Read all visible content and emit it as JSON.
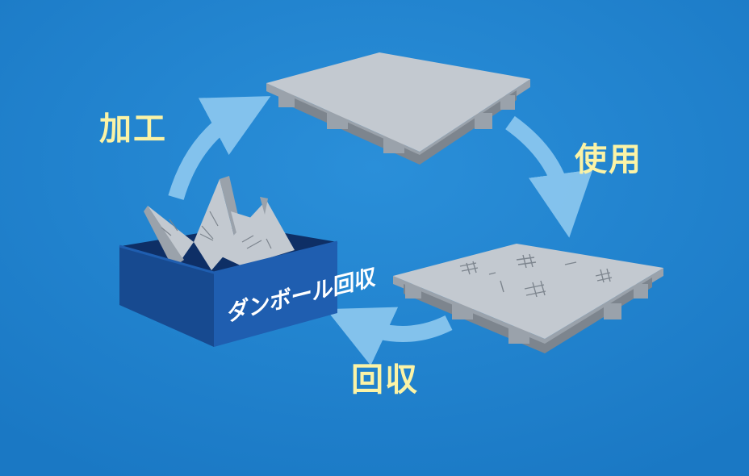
{
  "colors": {
    "background": "#1a78c4",
    "background_light": "#2a8fd9",
    "arrow": "#8ec9f0",
    "label": "#fbf3a6",
    "pallet_top": "#c3c9d0",
    "pallet_side": "#9aa2ab",
    "pallet_dark": "#7d858e",
    "box_front": "#1f5eb0",
    "box_side": "#174a90",
    "box_inner": "#0e2f66",
    "box_text": "#ffffff"
  },
  "steps": {
    "kakou": "加工",
    "shiyou": "使用",
    "kaishu": "回収"
  },
  "box": {
    "label": "ダンボール回収"
  },
  "icons": {
    "new_pallet": "pallet-new-icon",
    "used_pallet": "pallet-used-icon",
    "box": "recycle-box-icon"
  }
}
